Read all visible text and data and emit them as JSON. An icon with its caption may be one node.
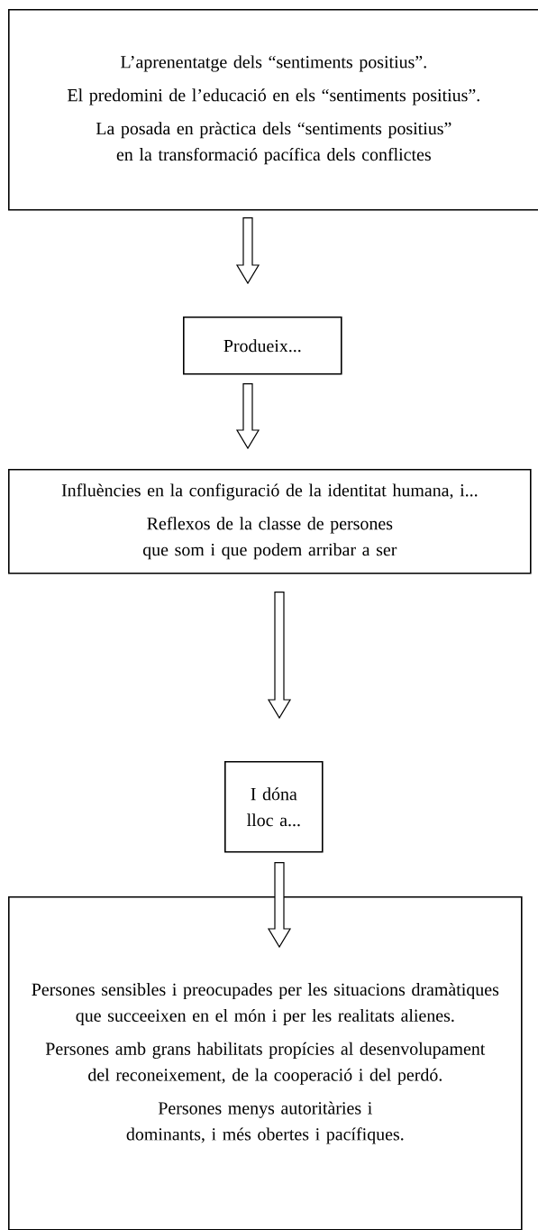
{
  "diagram": {
    "nodes": [
      {
        "text": [
          "L’aprenentatge dels “sentiments positius”.",
          "El predomini de l’educació en els “sentiments positius”.",
          "La posada en pràctica dels “sentiments positius” en la transformació pacífica dels conflictes"
        ]
      },
      {
        "text": [
          "Produeix..."
        ]
      },
      {
        "text": [
          "Influències en la configuració de la identitat humana, i...",
          "Reflexos de la classe de persones que som i que podem arribar a ser"
        ]
      },
      {
        "text": [
          "I dóna lloc a..."
        ]
      },
      {
        "text": [
          "Persones sensibles i preocupades per les situacions dramàtiques que succeeixen en el món i per les realitats alienes.",
          "Persones amb grans habilitats propícies al desenvolupament del reconeixement, de la cooperació i del perdó.",
          "Persones menys autoritàries i dominants, i més obertes i pacífiques."
        ]
      }
    ],
    "edges": [
      {
        "from": 0,
        "to": 1,
        "arrow": "to"
      },
      {
        "from": 1,
        "to": 2,
        "arrow": "to"
      },
      {
        "from": 2,
        "to": 3,
        "arrow": "to"
      },
      {
        "from": 3,
        "to": 4,
        "arrow": "to"
      }
    ]
  }
}
